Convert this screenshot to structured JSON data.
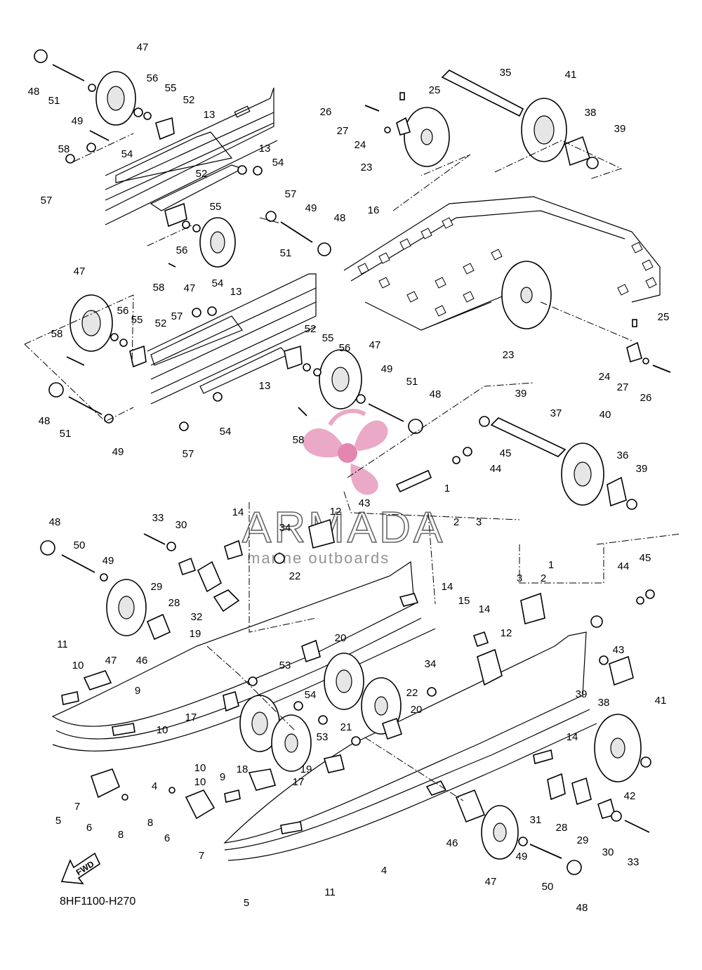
{
  "diagram_code": "8HF1100-H270",
  "fwd_label": "FWD",
  "watermark": {
    "title": "ARMADA",
    "subtitle": "marine outboards",
    "accent": "#e8a0c0"
  },
  "callouts": [
    "48",
    "51",
    "47",
    "49",
    "56",
    "55",
    "52",
    "13",
    "58",
    "54",
    "57",
    "13",
    "54",
    "57",
    "52",
    "55",
    "49",
    "48",
    "56",
    "51",
    "58",
    "47",
    "47",
    "56",
    "55",
    "52",
    "58",
    "54",
    "13",
    "57",
    "52",
    "55",
    "56",
    "47",
    "13",
    "49",
    "51",
    "48",
    "48",
    "51",
    "49",
    "54",
    "57",
    "58",
    "26",
    "25",
    "27",
    "24",
    "23",
    "35",
    "41",
    "38",
    "39",
    "16",
    "23",
    "25",
    "24",
    "27",
    "26",
    "39",
    "37",
    "40",
    "36",
    "39",
    "45",
    "44",
    "43",
    "12",
    "1",
    "2",
    "3",
    "14",
    "34",
    "22",
    "20",
    "53",
    "14",
    "15",
    "1",
    "3",
    "2",
    "44",
    "45",
    "43",
    "14",
    "12",
    "39",
    "38",
    "41",
    "42",
    "48",
    "33",
    "30",
    "50",
    "49",
    "29",
    "28",
    "32",
    "47",
    "46",
    "19",
    "11",
    "10",
    "9",
    "10",
    "17",
    "18",
    "19",
    "17",
    "54",
    "53",
    "21",
    "34",
    "22",
    "20",
    "14",
    "5",
    "7",
    "6",
    "8",
    "8",
    "6",
    "10",
    "9",
    "10",
    "7",
    "4",
    "4",
    "11",
    "5",
    "46",
    "47",
    "49",
    "50",
    "48",
    "31",
    "28",
    "29",
    "30",
    "33"
  ]
}
